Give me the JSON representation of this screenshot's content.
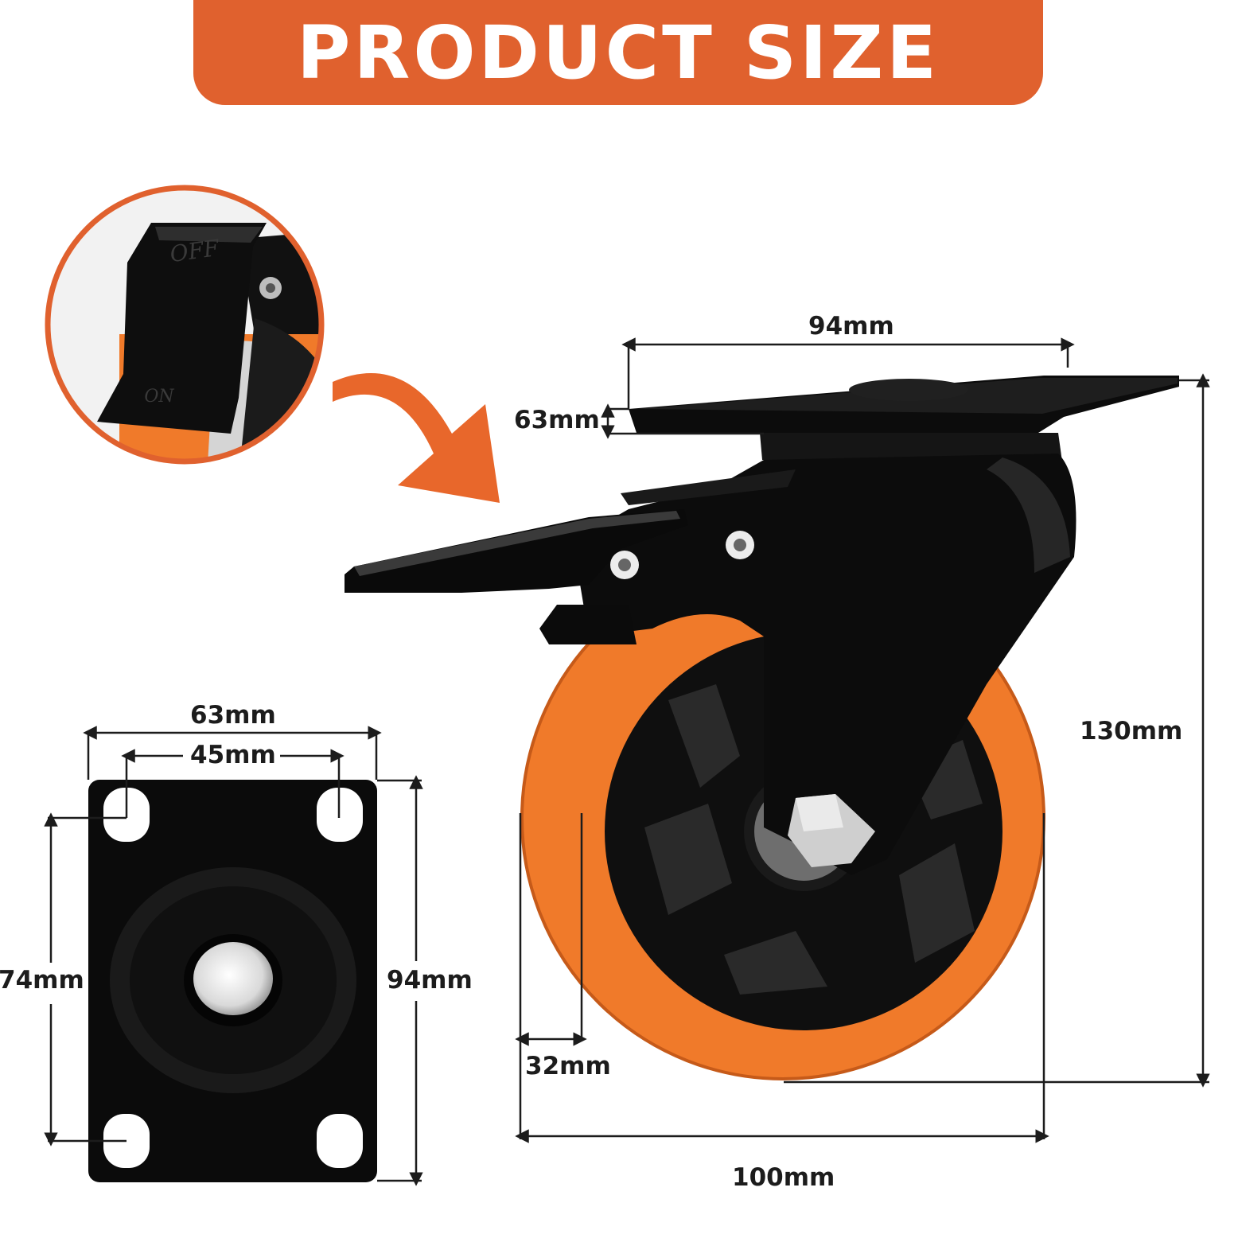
{
  "banner": {
    "title": "PRODUCT SIZE",
    "background_color": "#e0612e",
    "text_color": "#ffffff"
  },
  "lock_detail": {
    "top_label": "OFF",
    "bottom_label": "ON",
    "ring_color": "#e0612e"
  },
  "caster": {
    "top_plate_width": "94mm",
    "top_plate_thickness": "63mm",
    "total_height": "130mm",
    "wheel_diameter": "100mm",
    "wheel_width": "32mm",
    "wheel_color": "#f07a2a",
    "frame_color": "#0c0c0c"
  },
  "mounting_plate": {
    "plate_width": "63mm",
    "hole_spacing_width": "45mm",
    "hole_spacing_height": "74mm",
    "plate_height": "94mm"
  }
}
